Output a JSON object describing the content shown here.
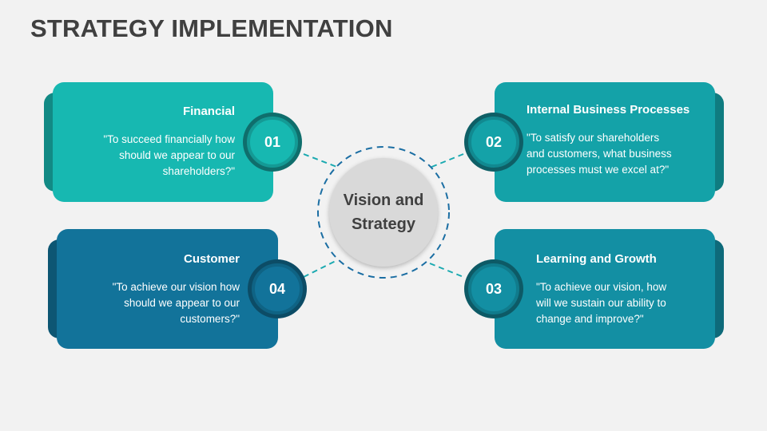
{
  "title": "STRATEGY IMPLEMENTATION",
  "center": {
    "line1": "Vision and",
    "line2": "Strategy"
  },
  "colors": {
    "financial": "#17b8b1",
    "internal": "#14a2a8",
    "customer": "#12739a",
    "learning": "#138fa3",
    "dashed_outer": "#1b6ea3",
    "dashed_connector": "#1aa9b0"
  },
  "cards": [
    {
      "number": "01",
      "heading": "Financial",
      "lines": [
        "\"To succeed financially how",
        "should we appear to our",
        "shareholders?\""
      ]
    },
    {
      "number": "02",
      "heading": "Internal Business Processes",
      "lines": [
        "\"To satisfy our shareholders",
        "and customers, what business",
        "processes must we excel at?\""
      ]
    },
    {
      "number": "03",
      "heading": "Learning and Growth",
      "lines": [
        "\"To achieve our vision, how",
        "will we sustain our  ability to",
        "change and improve?\""
      ]
    },
    {
      "number": "04",
      "heading": "Customer",
      "lines": [
        "\"To achieve our vision how",
        "should we appear to our",
        "customers?\""
      ]
    }
  ]
}
